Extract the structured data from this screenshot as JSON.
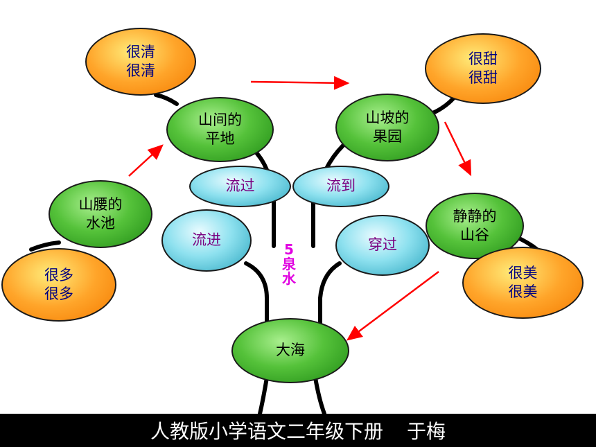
{
  "nodes": {
    "hen_qing": "很清\n很清",
    "hen_tian": "很甜\n很甜",
    "shanjian_pingdi": "山间的\n平地",
    "shanpo_guoyuan": "山坡的\n果园",
    "liu_guo": "流过",
    "liu_dao": "流到",
    "shanyao_shuichi": "山腰的\n水池",
    "liu_jin": "流进",
    "jingjing_shangu": "静静的\n山谷",
    "chuan_guo": "穿过",
    "hen_duo": "很多\n很多",
    "hen_mei": "很美\n很美",
    "da_hai": "大海"
  },
  "lesson": {
    "number": "5",
    "title_char1": "泉",
    "title_char2": "水"
  },
  "footer": {
    "publisher": "人教版小学语文二年级下册",
    "author": "于梅"
  },
  "colors": {
    "green_node": "#55c23a",
    "orange_node": "#ffa52a",
    "teal_node": "#8ee1ef",
    "arrow": "#ff0000",
    "trunk": "#000000",
    "title": "#e000e0"
  }
}
